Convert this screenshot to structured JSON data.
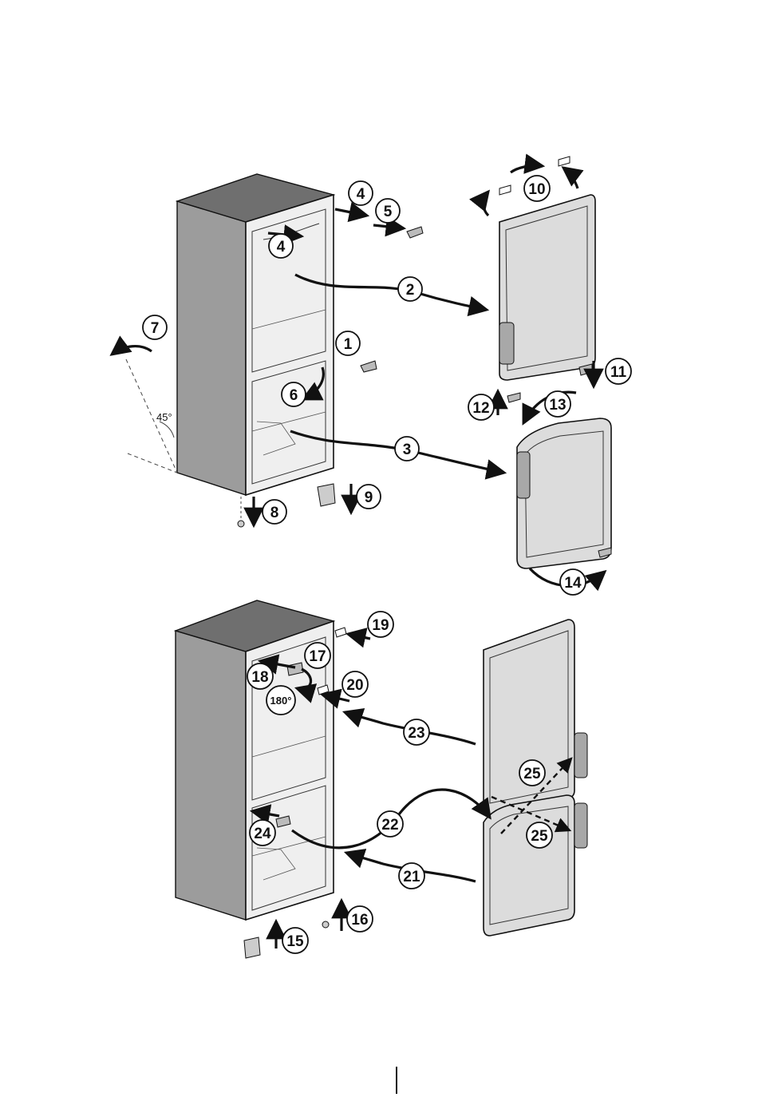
{
  "diagram": {
    "step_labels": [
      "1",
      "2",
      "3",
      "4",
      "5",
      "6",
      "7",
      "8",
      "9",
      "10",
      "11",
      "12",
      "13",
      "14",
      "15",
      "16",
      "17",
      "18",
      "19",
      "20",
      "21",
      "22",
      "23",
      "24",
      "25"
    ],
    "angle_labels": {
      "tilt": "45°",
      "rotate": "180°"
    },
    "colors": {
      "cabinet_side": "#9c9c9c",
      "cabinet_top": "#6f6f6f",
      "door_face": "#dcdcdc",
      "handle": "#a8a8a8",
      "ink": "#111111"
    }
  }
}
